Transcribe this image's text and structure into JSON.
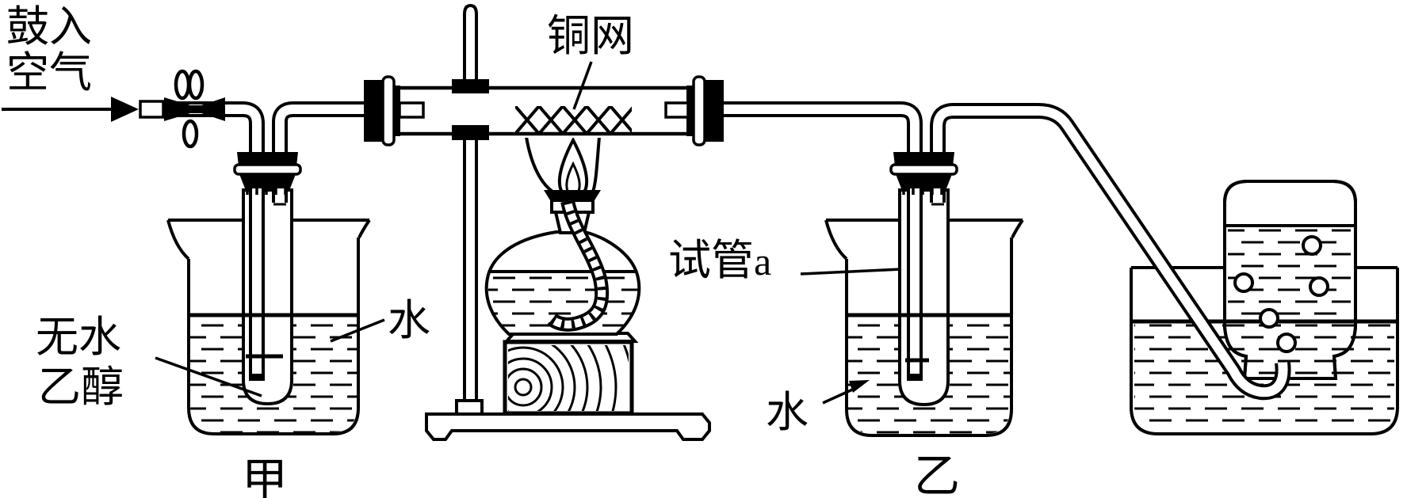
{
  "diagram": {
    "title_hint": "ethanol-catalytic-oxidation-apparatus",
    "colors": {
      "ink": "#000000",
      "background": "#ffffff"
    },
    "labels": {
      "air_in_line1": "鼓入",
      "air_in_line2": "空气",
      "copper_mesh": "铜网",
      "anhydrous_ethanol_line1": "无水",
      "anhydrous_ethanol_line2": "乙醇",
      "water_left": "水",
      "test_tube_a_cn": "试管",
      "test_tube_a_letter": "a",
      "water_right": "水",
      "beaker_left": "甲",
      "beaker_right": "乙"
    }
  }
}
